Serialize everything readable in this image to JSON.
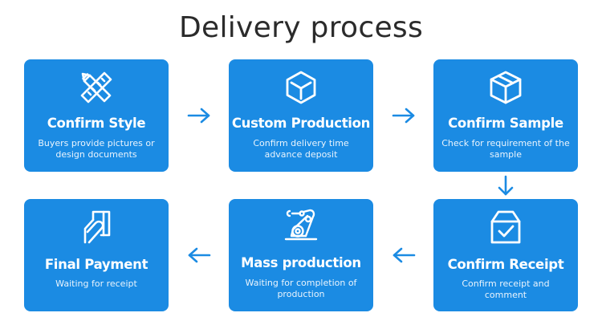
{
  "title": "Delivery process",
  "accent_color": "#1b8be3",
  "steps": [
    {
      "title": "Confirm Style",
      "desc": "Buyers provide pictures or design documents",
      "icon": "pencil-ruler-icon"
    },
    {
      "title": "Custom Production",
      "desc": "Confirm delivery time advance deposit",
      "icon": "cube-icon"
    },
    {
      "title": "Confirm Sample",
      "desc": "Check for requirement  of the sample",
      "icon": "package-box-icon"
    },
    {
      "title": "Final Payment",
      "desc": "Waiting for receipt",
      "icon": "card-payment-icon"
    },
    {
      "title": "Mass production",
      "desc": "Waiting for completion of production",
      "icon": "robot-arm-icon"
    },
    {
      "title": "Confirm Receipt",
      "desc": "Confirm receipt and comment",
      "icon": "box-check-icon"
    }
  ],
  "arrows": [
    {
      "from": "Confirm Style",
      "to": "Custom Production",
      "direction": "right"
    },
    {
      "from": "Custom Production",
      "to": "Confirm Sample",
      "direction": "right"
    },
    {
      "from": "Confirm Sample",
      "to": "Confirm Receipt",
      "direction": "down"
    },
    {
      "from": "Confirm Receipt",
      "to": "Mass production",
      "direction": "left"
    },
    {
      "from": "Mass production",
      "to": "Final Payment",
      "direction": "left"
    }
  ]
}
